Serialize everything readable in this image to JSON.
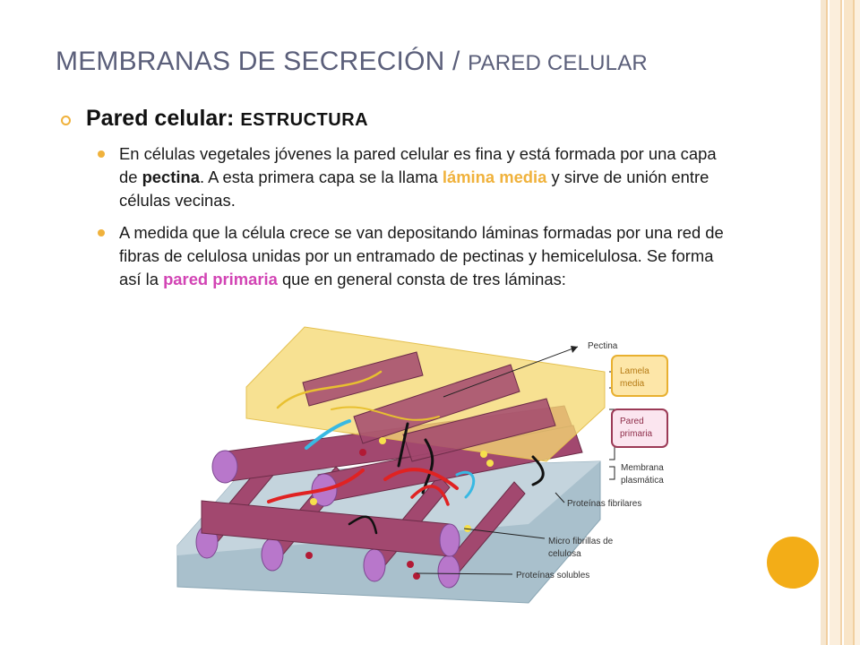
{
  "slide": {
    "title_main": "MEMBRANAS DE SECRECIÓN / ",
    "title_sub": "PARED CELULAR",
    "heading_bold": "Pared celular: ",
    "heading_caps": "ESTRUCTURA",
    "bullet1": {
      "p1": "En células vegetales jóvenes la pared celular es fina y está formada por una capa de ",
      "p2": "pectina",
      "p3": ". A esta primera capa se la llama ",
      "p4": "lámina media",
      "p5": " y sirve de unión entre células vecinas."
    },
    "bullet2": {
      "p1": "A medida que la célula crece se van depositando láminas formadas por una red de fibras de celulosa unidas por un entramado de pectinas y hemicelulosa. Se forma así la ",
      "p2": "pared primaria",
      "p3": " que en general consta de tres láminas:"
    }
  },
  "diagram": {
    "labels": {
      "pectina": "Pectina",
      "lamela_l1": "Lamela",
      "lamela_l2": "media",
      "pared_l1": "Pared",
      "pared_l2": "primaria",
      "membrana_l1": "Membrana",
      "membrana_l2": "plasmática",
      "fibrilares": "Proteínas fibrilares",
      "micro_l1": "Micro fibrillas de",
      "micro_l2": "celulosa",
      "solubles": "Proteínas solubles"
    }
  },
  "colors": {
    "accent": "#f0b23c",
    "title": "#5b5f7a",
    "pink_highlight": "#d244b4",
    "fiber": "#a2486f",
    "fiber_end": "#b877cb",
    "pectin_layer": "#f5d973",
    "membrane": "#a9c0cc",
    "orange_circle": "#f3ad17"
  }
}
